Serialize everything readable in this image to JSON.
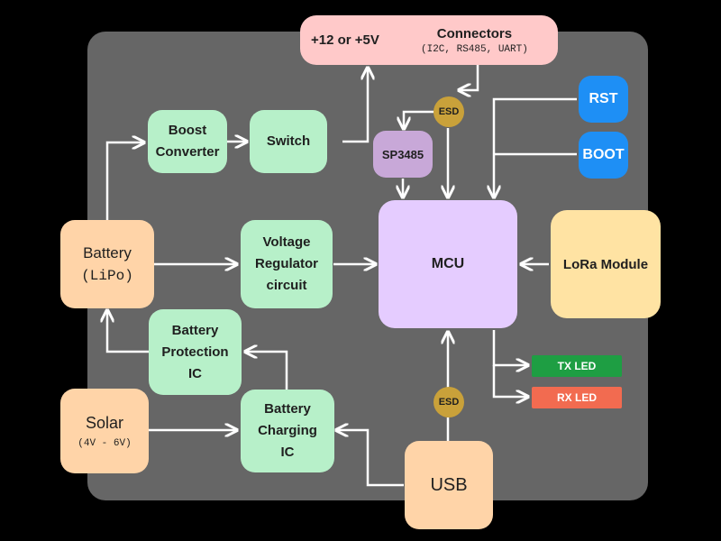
{
  "connectors": {
    "title": "Connectors",
    "subtitle": "(I2C, RS485, UART)",
    "power": "+12 or +5V"
  },
  "boost": {
    "line1": "Boost",
    "line2": "Converter"
  },
  "switch": {
    "label": "Switch"
  },
  "esd_top": {
    "label": "ESD"
  },
  "esd_bottom": {
    "label": "ESD"
  },
  "sp3485": {
    "label": "SP3485"
  },
  "rst": {
    "label": "RST"
  },
  "boot": {
    "label": "BOOT"
  },
  "battery": {
    "line1": "Battery",
    "line2": "(LiPo)"
  },
  "regulator": {
    "line1": "Voltage",
    "line2": "Regulator",
    "line3": "circuit"
  },
  "mcu": {
    "label": "MCU"
  },
  "lora": {
    "label": "LoRa Module"
  },
  "protection": {
    "line1": "Battery",
    "line2": "Protection",
    "line3": "IC"
  },
  "tx_led": {
    "label": "TX LED",
    "color": "#1e9e43"
  },
  "rx_led": {
    "label": "RX LED",
    "color": "#f26b50"
  },
  "solar": {
    "line1": "Solar",
    "line2": "(4V - 6V)"
  },
  "charging": {
    "line1": "Battery",
    "line2": "Charging",
    "line3": "IC"
  },
  "usb": {
    "label": "USB"
  },
  "colors": {
    "board": "#666666",
    "wire": "#ffffff",
    "mcu": "#e5ccff",
    "lora": "#ffe3a3",
    "connectors": "#ffc9c9",
    "sp3485": "#c8a8d8"
  }
}
